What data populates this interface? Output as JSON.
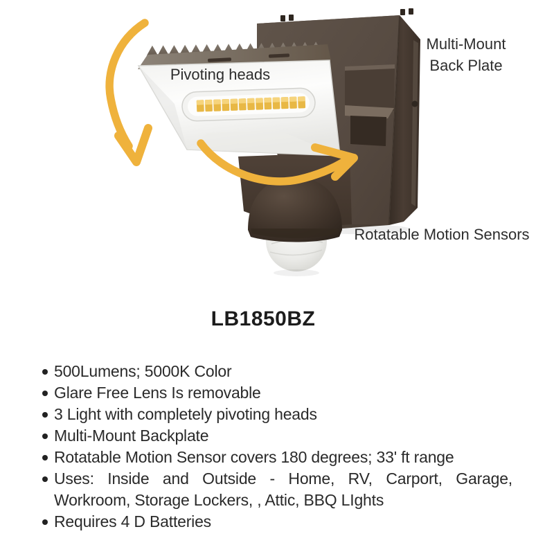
{
  "product": {
    "model": "LB1850BZ",
    "features": [
      "500Lumens; 5000K Color",
      "Glare Free Lens Is removable",
      "3 Light with completely pivoting heads",
      "Multi-Mount Backplate",
      "Rotatable Motion Sensor covers 180 degrees; 33' ft range",
      "Uses: Inside and Outside - Home, RV, Carport, Garage, Workroom, Storage Lockers, , Attic, BBQ LIghts",
      "Requires 4 D Batteries"
    ]
  },
  "annotations": {
    "pivoting_heads": "Pivoting heads",
    "multi_mount_line1": "Multi-Mount",
    "multi_mount_line2": "Back Plate",
    "rotatable_motion_sensors": "Rotatable Motion Sensors"
  },
  "colors": {
    "arrow": "#EFB23C",
    "housing_front": "#564A41",
    "housing_side": "#46392F",
    "housing_top": "#6E6156",
    "led_amber": "#E8B845",
    "led_amber_light": "#F6D47C",
    "lens_white": "#F7F7F5",
    "text": "#2D2D2D"
  }
}
